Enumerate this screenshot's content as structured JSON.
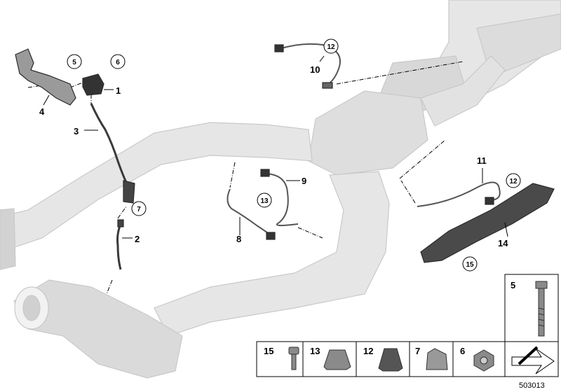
{
  "diagram": {
    "id": "503013",
    "callouts": [
      "1",
      "2",
      "3",
      "4",
      "5",
      "6",
      "7",
      "8",
      "9",
      "10",
      "11",
      "12",
      "13",
      "14",
      "15"
    ],
    "circled_callouts": [
      "5",
      "6",
      "7",
      "12",
      "12",
      "13",
      "15"
    ],
    "legend": {
      "tall_bolt": "5",
      "cells": [
        "15",
        "13",
        "12",
        "7",
        "6"
      ]
    }
  }
}
